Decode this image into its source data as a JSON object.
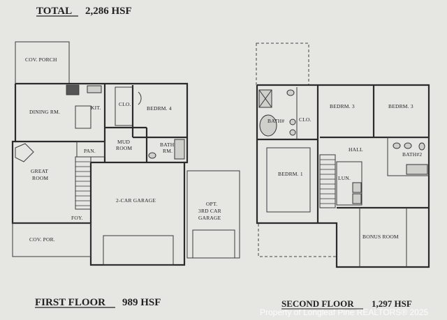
{
  "header": {
    "total_label": "TOTAL",
    "total_value": "2,286 HSF"
  },
  "first_floor": {
    "title": "FIRST FLOOR",
    "sqft": "989 HSF",
    "rooms": {
      "cov_porch": "COV. PORCH",
      "dining": "DINING RM.",
      "kit": "KIT.",
      "clo": "CLO.",
      "bedrm4": "BEDRM. 4",
      "mud": "MUD",
      "mud2": "ROOM",
      "bath_a": "BATH",
      "bath_b": "RM.",
      "pan": "PAN.",
      "great": "GREAT",
      "great2": "ROOM",
      "garage2": "2-CAR GARAGE",
      "opt": "OPT.",
      "opt2": "3RD CAR",
      "opt3": "GARAGE",
      "foy": "FOY.",
      "covpor": "COV. POR."
    }
  },
  "second_floor": {
    "title": "SECOND FLOOR",
    "sqft": "1,297 HSF",
    "rooms": {
      "bath1": "BATH#",
      "clo": "CLO.",
      "bedrm3a": "BEDRM. 3",
      "bedrm3b": "BEDRM. 3",
      "hall": "HALL",
      "bath2": "BATH#2",
      "bedrm1": "BEDRM. 1",
      "lun": "LUN.",
      "bonus": "BONUS ROOM"
    }
  },
  "watermark": "Property of Longleaf Pine REALTORS® 2025"
}
